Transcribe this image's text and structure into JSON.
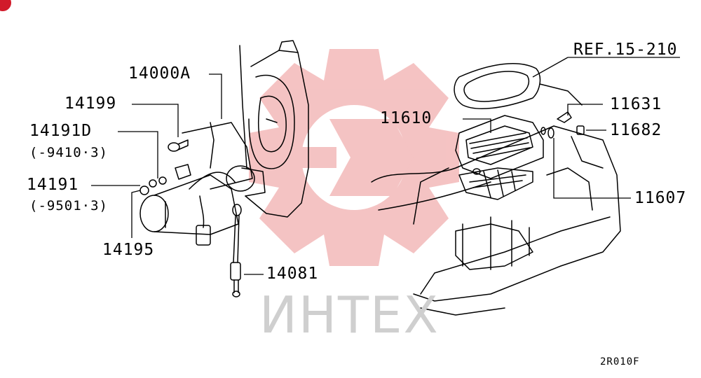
{
  "diagram": {
    "code": "2R010F",
    "watermark": "ИНТЕХ",
    "colors": {
      "line": "#000000",
      "watermark": "#e87b7b",
      "watermark_text": "#cfcfcf",
      "badge": "#d11a2a"
    },
    "parts": [
      {
        "number": "14000A"
      },
      {
        "number": "14199"
      },
      {
        "number": "14191D",
        "range": "(-9410·3)"
      },
      {
        "number": "14191",
        "range": "(-9501·3)"
      },
      {
        "number": "14195"
      },
      {
        "number": "14081"
      },
      {
        "number": "11610"
      },
      {
        "number": "REF.15-210"
      },
      {
        "number": "11631"
      },
      {
        "number": "11682"
      },
      {
        "number": "11607"
      }
    ]
  }
}
